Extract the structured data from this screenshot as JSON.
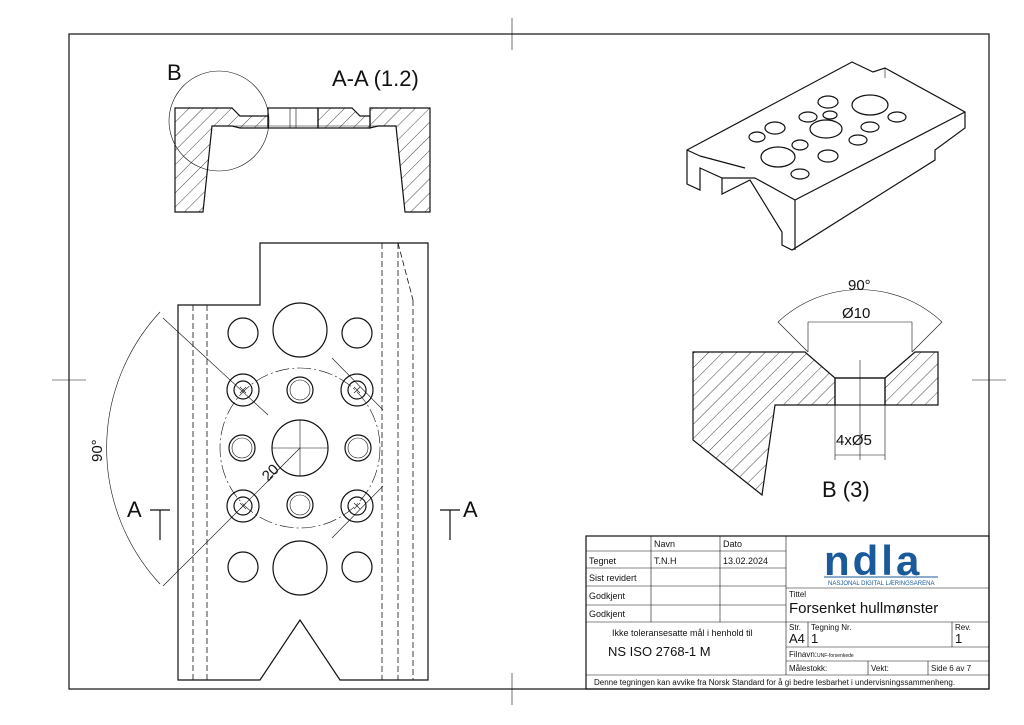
{
  "section_view": {
    "label": "A-A (1.2)",
    "detail_marker": "B"
  },
  "front_view": {
    "angle_label": "90°",
    "radius_label": "20",
    "section_marker_left": "A",
    "section_marker_right": "A"
  },
  "detail_view": {
    "label": "B (3)",
    "angle_label": "90°",
    "countersink_dim": "Ø10",
    "hole_dim": "4xØ5"
  },
  "title_block": {
    "col_name": "Navn",
    "col_date": "Dato",
    "rows": [
      {
        "label": "Tegnet",
        "name": "T.N.H",
        "date": "13.02.2024"
      },
      {
        "label": "Sist revidert",
        "name": "",
        "date": ""
      },
      {
        "label": "Godkjent",
        "name": "",
        "date": ""
      },
      {
        "label": "Godkjent",
        "name": "",
        "date": ""
      }
    ],
    "tolerance_note": "Ikke toleransesatte mål i henhold til",
    "tolerance_standard": "NS ISO 2768-1 M",
    "logo_text": "ndla",
    "logo_subtitle": "NASJONAL DIGITAL LÆRINGSARENA",
    "title_label": "Tittel",
    "title": "Forsenket hullmønster",
    "size_label": "Str.",
    "size": "A4",
    "drawing_no_label": "Tegning Nr.",
    "drawing_no": "1",
    "rev_label": "Rev.",
    "rev": "1",
    "filename_label": "Filnavn:",
    "filename": "UNF-forsenkede",
    "scale_label": "Målestokk:",
    "weight_label": "Vekt:",
    "page_info": "Side 6 av 7",
    "footer_note": "Denne tegningen kan avvike fra Norsk Standard for å gi bedre lesbarhet i undervisningssammenheng."
  },
  "colors": {
    "logo": "#1a5a9a",
    "line": "#111111"
  }
}
